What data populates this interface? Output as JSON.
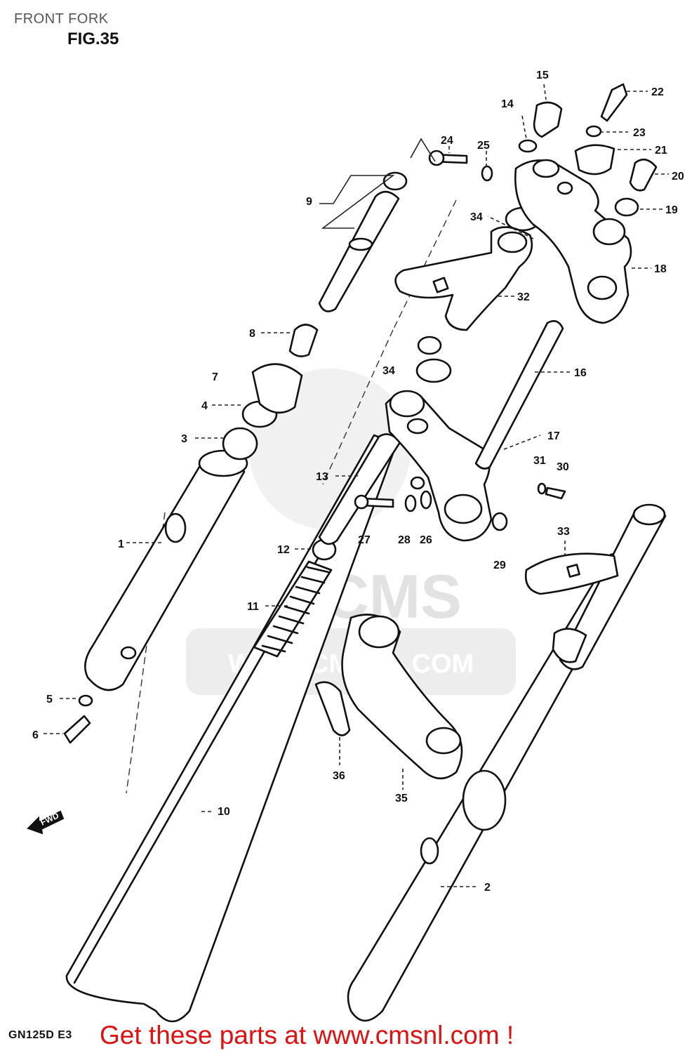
{
  "header": {
    "title": "FRONT FORK",
    "figure": "FIG.35"
  },
  "watermark": {
    "brand": "CMS",
    "url": "WWW.CMSNL.COM"
  },
  "fwd_marker": "FWD",
  "footer": {
    "model": "GN125D  E3",
    "promo": "Get these parts at www.cmsnl.com !"
  },
  "callouts": [
    "1",
    "2",
    "3",
    "4",
    "5",
    "6",
    "7",
    "8",
    "9",
    "10",
    "11",
    "12",
    "13",
    "14",
    "15",
    "16",
    "17",
    "18",
    "19",
    "20",
    "21",
    "22",
    "23",
    "24",
    "25",
    "26",
    "27",
    "28",
    "29",
    "30",
    "31",
    "32",
    "33",
    "34",
    "34",
    "35",
    "36"
  ]
}
